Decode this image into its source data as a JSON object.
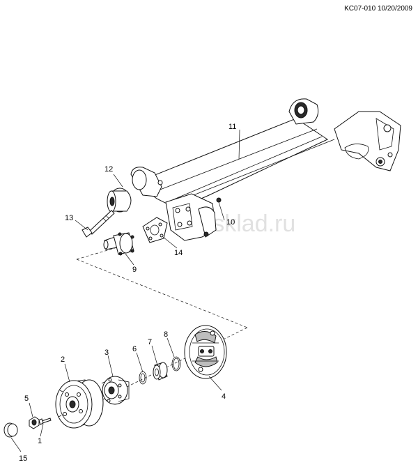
{
  "reference": "KC07-010 10/20/2009",
  "watermark": "gmsklad.ru",
  "callouts": [
    {
      "id": "c1",
      "label": "1"
    },
    {
      "id": "c2",
      "label": "2"
    },
    {
      "id": "c3",
      "label": "3"
    },
    {
      "id": "c4",
      "label": "4"
    },
    {
      "id": "c5",
      "label": "5"
    },
    {
      "id": "c6",
      "label": "6"
    },
    {
      "id": "c7",
      "label": "7"
    },
    {
      "id": "c8",
      "label": "8"
    },
    {
      "id": "c9",
      "label": "9"
    },
    {
      "id": "c10",
      "label": "10"
    },
    {
      "id": "c11",
      "label": "11"
    },
    {
      "id": "c12",
      "label": "12"
    },
    {
      "id": "c13",
      "label": "13"
    },
    {
      "id": "c14",
      "label": "14"
    },
    {
      "id": "c15",
      "label": "15"
    }
  ]
}
